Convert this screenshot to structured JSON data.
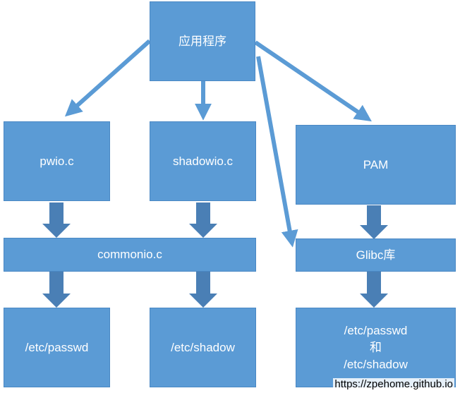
{
  "nodes": {
    "app": "应用程序",
    "pwio": "pwio.c",
    "shadowio": "shadowio.c",
    "pam": "PAM",
    "commonio": "commonio.c",
    "glibc": "Glibc库",
    "passwd": "/etc/passwd",
    "shadow": "/etc/shadow",
    "glibc_files": {
      "line1": "/etc/passwd",
      "line2": "和",
      "line3": "/etc/shadow"
    }
  },
  "watermark": "https://zpehome.github.io",
  "colors": {
    "box_fill": "#5b9bd5",
    "thin_arrow": "#5b9bd5",
    "block_arrow": "#4a7fb5",
    "text": "#ffffff"
  }
}
